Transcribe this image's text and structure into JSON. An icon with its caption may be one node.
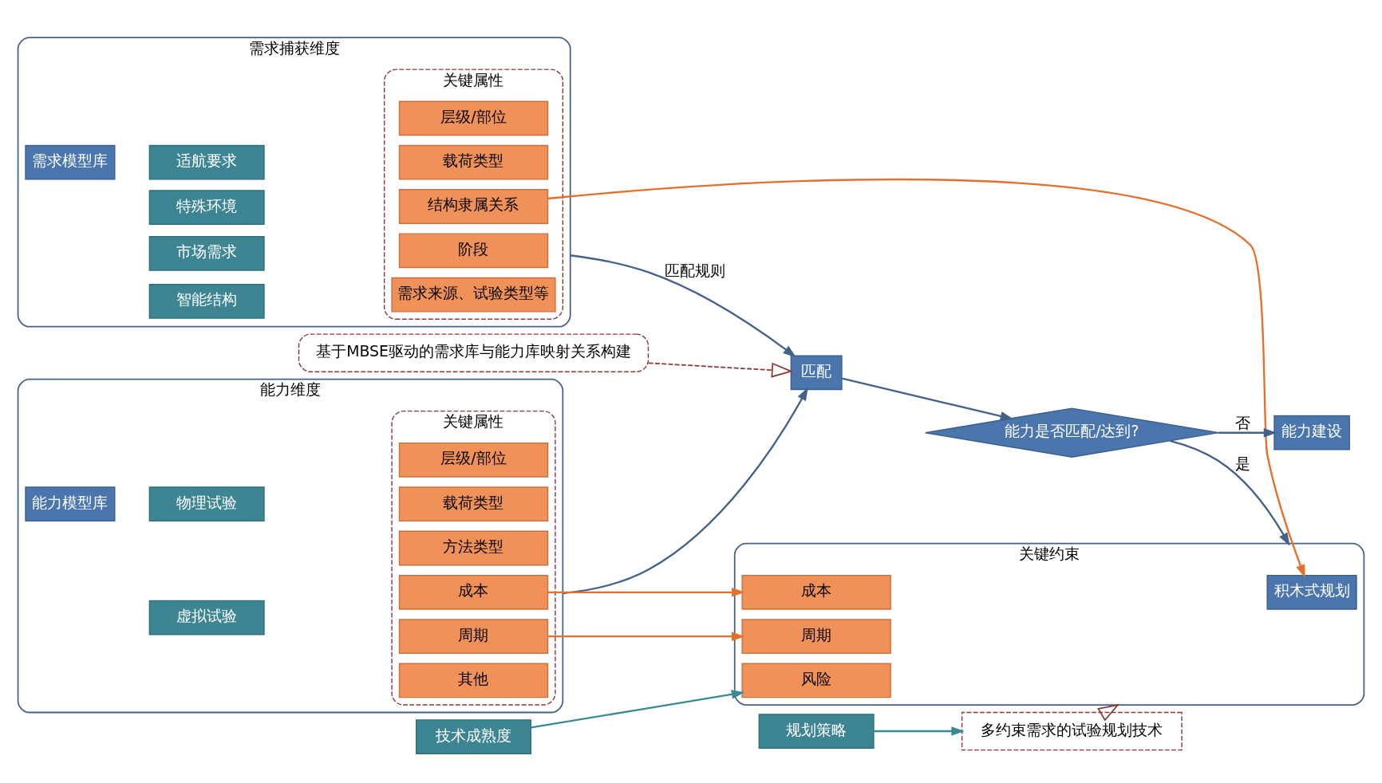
{
  "diagram": {
    "nodes": [
      {
        "text": [
          "需求捕获维度"
        ]
      },
      {
        "text": [
          "需求模型库"
        ],
        "in": 0
      },
      {
        "text": [
          "适航要求"
        ],
        "in": 0
      },
      {
        "text": [
          "特殊环境"
        ],
        "in": 0
      },
      {
        "text": [
          "市场需求"
        ],
        "in": 0
      },
      {
        "text": [
          "智能结构"
        ],
        "in": 0
      },
      {
        "text": [
          "关键属性"
        ],
        "in": 0
      },
      {
        "text": [
          "层级/部位"
        ],
        "in": 6
      },
      {
        "text": [
          "载荷类型"
        ],
        "in": 6
      },
      {
        "text": [
          "阶段"
        ],
        "in": 6
      },
      {
        "text": [
          "结构隶属关系"
        ],
        "in": 6
      },
      {
        "text": [
          "需求来源、试验类型等"
        ],
        "in": 6
      },
      {
        "text": [
          "能力维度"
        ]
      },
      {
        "text": [
          "能力模型库"
        ],
        "in": 12
      },
      {
        "text": [
          "物理试验"
        ],
        "in": 12
      },
      {
        "text": [
          "虚拟试验"
        ],
        "in": 12
      },
      {
        "text": [
          "关键属性"
        ],
        "in": 12
      },
      {
        "text": [
          "层级/部位"
        ],
        "in": 16
      },
      {
        "text": [
          "载荷类型"
        ],
        "in": 16
      },
      {
        "text": [
          "方法类型"
        ],
        "in": 16
      },
      {
        "text": [
          "成本"
        ],
        "in": 16
      },
      {
        "text": [
          "周期"
        ],
        "in": 16
      },
      {
        "text": [
          "其他"
        ],
        "in": 16
      },
      {
        "text": [
          "基于MBSE驱动的需求库与能力库映射关系构建"
        ]
      },
      {
        "text": [
          "匹配"
        ]
      },
      {
        "text": [
          "能力是否匹配/达到?"
        ]
      },
      {
        "text": [
          "能力建设"
        ]
      },
      {
        "text": [
          "技术成熟度"
        ]
      },
      {
        "text": [
          "关键约束"
        ]
      },
      {
        "text": [
          "积木式规划"
        ],
        "in": 28
      },
      {
        "text": [
          "风险"
        ],
        "in": 28
      },
      {
        "text": [
          "周期"
        ],
        "in": 28
      },
      {
        "text": [
          "成本"
        ],
        "in": 28
      },
      {
        "text": [
          "多约束需求的试验规划技术"
        ]
      },
      {
        "text": [
          "规划策略"
        ]
      }
    ],
    "edges": [
      {
        "from": 0,
        "to": 24,
        "arrow": "to",
        "label": "匹配规则"
      },
      {
        "from": 12,
        "to": 24,
        "arrow": "to"
      },
      {
        "from": 23,
        "to": 24,
        "arrow": "to",
        "style": "dashed",
        "color": "#8b3a3a"
      },
      {
        "from": 24,
        "to": 25,
        "arrow": "to"
      },
      {
        "from": 25,
        "to": 28,
        "arrow": "to",
        "label": "是"
      },
      {
        "from": 25,
        "to": 26,
        "arrow": "to",
        "label": "否"
      },
      {
        "from": 10,
        "to": 29,
        "arrow": "to",
        "color": "#e4702e"
      },
      {
        "from": 27,
        "to": 30,
        "arrow": "to",
        "color": "#3a8a96"
      },
      {
        "from": 20,
        "to": 32,
        "arrow": "to",
        "color": "#e4702e"
      },
      {
        "from": 21,
        "to": 31,
        "arrow": "to",
        "color": "#e4702e"
      },
      {
        "from": 33,
        "to": 28,
        "arrow": "to",
        "style": "dashed",
        "color": "#8b3a3a"
      },
      {
        "from": 34,
        "to": 33,
        "arrow": "to",
        "color": "#3a8a96"
      }
    ]
  }
}
